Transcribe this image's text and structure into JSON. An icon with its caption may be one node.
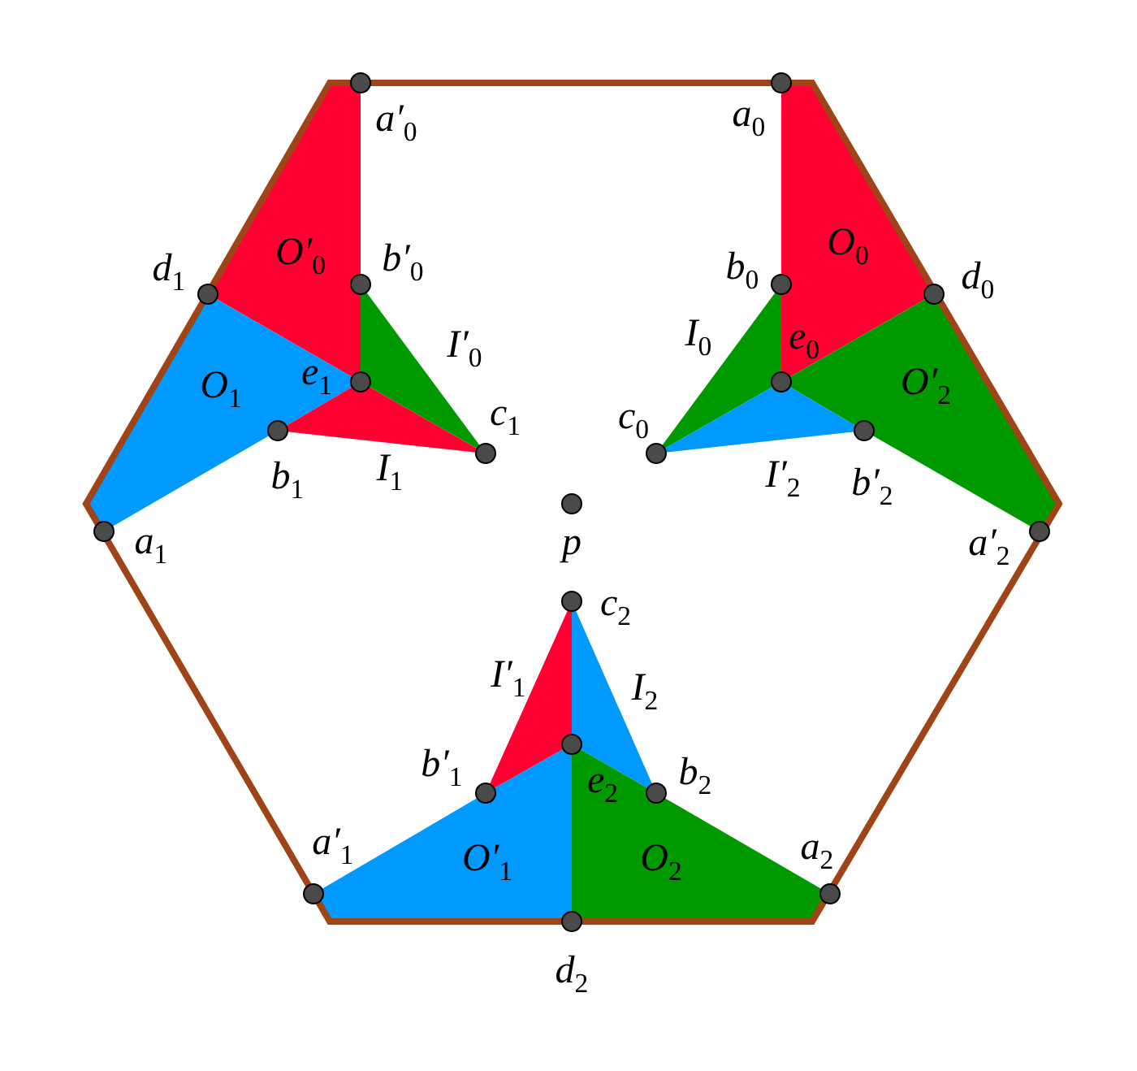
{
  "diagram": {
    "nodes": [
      {
        "text": [],
        "shape": "circle",
        "beside": [
          "a′$_{0}$"
        ]
      },
      {
        "text": [],
        "shape": "circle",
        "beside": [
          "a$_{0}$"
        ]
      },
      {
        "text": [],
        "shape": "circle",
        "beside": [
          "b′$_{0}$"
        ]
      },
      {
        "text": [],
        "shape": "circle",
        "beside": [
          "b$_{0}$"
        ]
      },
      {
        "text": [],
        "shape": "circle",
        "beside": [
          "d$_{1}$"
        ]
      },
      {
        "text": [],
        "shape": "circle",
        "beside": [
          "d$_{0}$"
        ]
      },
      {
        "text": [],
        "shape": "circle",
        "beside": [
          "e$_{1}$"
        ]
      },
      {
        "text": [],
        "shape": "circle",
        "beside": [
          "e$_{0}$"
        ]
      },
      {
        "text": [],
        "shape": "circle",
        "beside": [
          "b$_{1}$"
        ]
      },
      {
        "text": [],
        "shape": "circle",
        "beside": [
          "b′$_{2}$"
        ]
      },
      {
        "text": [],
        "shape": "circle",
        "beside": [
          "c$_{1}$"
        ]
      },
      {
        "text": [],
        "shape": "circle",
        "beside": [
          "c$_{0}$"
        ]
      },
      {
        "text": [],
        "shape": "circle",
        "beside": [
          "p"
        ]
      },
      {
        "text": [],
        "shape": "circle",
        "beside": [
          "a$_{1}$"
        ]
      },
      {
        "text": [],
        "shape": "circle",
        "beside": [
          "a′$_{2}$"
        ]
      },
      {
        "text": [],
        "shape": "circle",
        "beside": [
          "c$_{2}$"
        ]
      },
      {
        "text": [],
        "shape": "circle",
        "beside": [
          "e$_{2}$"
        ]
      },
      {
        "text": [],
        "shape": "circle",
        "beside": [
          "b′$_{1}$"
        ]
      },
      {
        "text": [],
        "shape": "circle",
        "beside": [
          "b$_{2}$"
        ]
      },
      {
        "text": [],
        "shape": "circle",
        "beside": [
          "a′$_{1}$"
        ]
      },
      {
        "text": [],
        "shape": "circle",
        "beside": [
          "a$_{2}$"
        ]
      },
      {
        "text": [],
        "shape": "circle",
        "beside": [
          "d$_{2}$"
        ]
      }
    ],
    "labels": [
      "O′$_{0}$",
      "O$_{0}$",
      "I′$_{0}$",
      "I$_{0}$",
      "O$_{1}$",
      "O′$_{2}$",
      "I$_{1}$",
      "I′$_{2}$",
      "I′$_{1}$",
      "I$_{2}$",
      "O′$_{1}$",
      "O$_{2}$"
    ]
  }
}
